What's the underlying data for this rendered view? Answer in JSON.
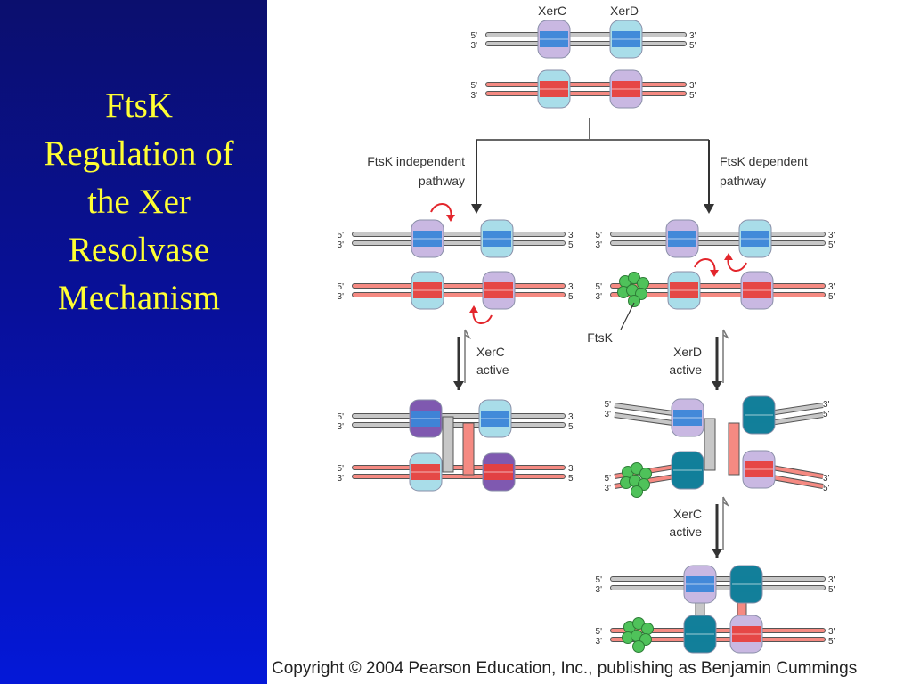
{
  "slide": {
    "title_lines": [
      "FtsK",
      "Regulation of",
      "the Xer",
      "Resolvase",
      "Mechanism"
    ],
    "copyright": "Copyright © 2004 Pearson Education, Inc., publishing as Benjamin Cummings"
  },
  "diagram": {
    "labels": {
      "xerc": "XerC",
      "xerd": "XerD",
      "five_prime": "5'",
      "three_prime": "3'",
      "indep_line1": "FtsK independent",
      "indep_line2": "pathway",
      "dep_line1": "FtsK dependent",
      "dep_line2": "pathway",
      "ftsk": "FtsK",
      "left_step_line1": "XerC",
      "left_step_line2": "active",
      "right_step1_line1": "XerD",
      "right_step1_line2": "active",
      "right_step2_line1": "XerC",
      "right_step2_line2": "active"
    },
    "colors": {
      "gray_dna": "#c7c7c7",
      "red_dna": "#f58a82",
      "xerc_protein": "#c9b8e2",
      "xerd_protein": "#a9dde9",
      "core_blue": "#3c86d8",
      "core_red": "#e8403d",
      "active_xerc": "#7f59b0",
      "active_xerd": "#127f9a",
      "ftsk": "#4fc25a"
    }
  }
}
